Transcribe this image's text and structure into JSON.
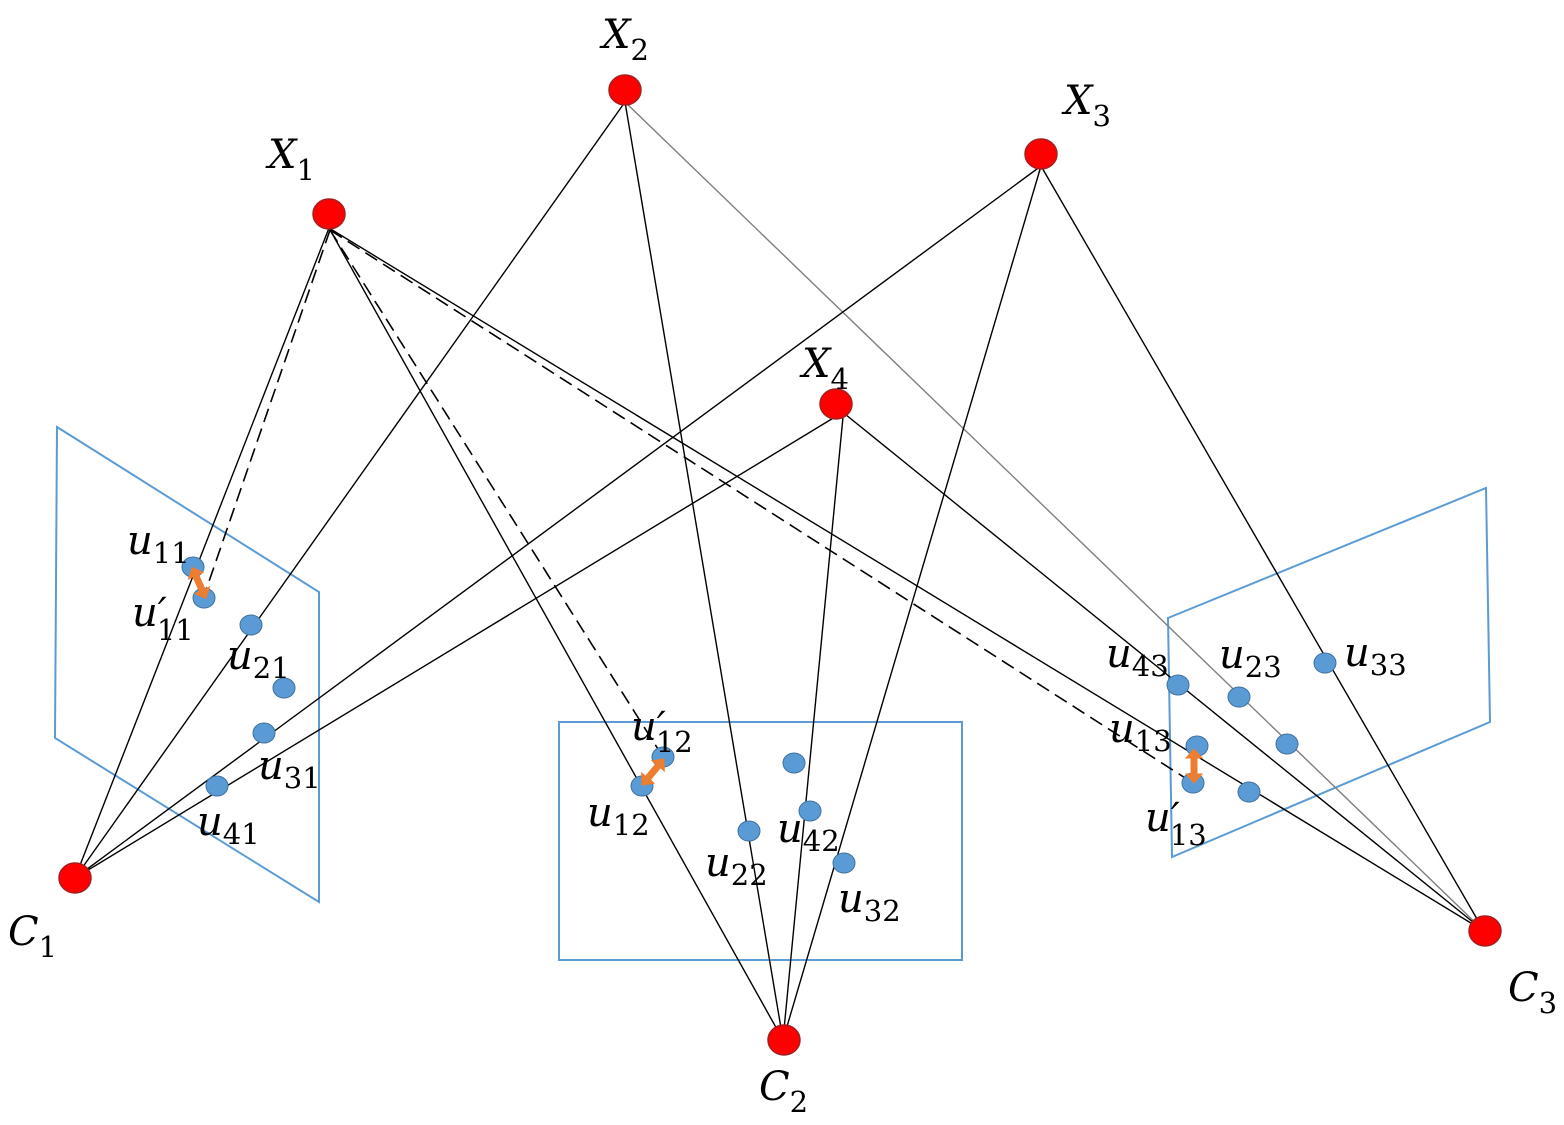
{
  "colors": {
    "point_3d": "#ff0000",
    "image_point": "#5b9bd5",
    "image_plane": "#5b9bd5",
    "ray": "#000000",
    "error_arrow": "#ed7d31"
  },
  "labels": {
    "X1": {
      "main": "X",
      "sub": "1"
    },
    "X2": {
      "main": "X",
      "sub": "2"
    },
    "X3": {
      "main": "X",
      "sub": "3"
    },
    "X4": {
      "main": "X",
      "sub": "4"
    },
    "C1": {
      "main": "C",
      "sub": "1"
    },
    "C2": {
      "main": "C",
      "sub": "2"
    },
    "C3": {
      "main": "C",
      "sub": "3"
    },
    "u11": {
      "main": "u",
      "sub": "11"
    },
    "u11p": {
      "main": "u′",
      "sub": "11"
    },
    "u21": {
      "main": "u",
      "sub": "21"
    },
    "u31": {
      "main": "u",
      "sub": "31"
    },
    "u41": {
      "main": "u",
      "sub": "41"
    },
    "u12": {
      "main": "u",
      "sub": "12"
    },
    "u12p": {
      "main": "u′",
      "sub": "12"
    },
    "u22": {
      "main": "u",
      "sub": "22"
    },
    "u32": {
      "main": "u",
      "sub": "32"
    },
    "u42": {
      "main": "u",
      "sub": "42"
    },
    "u13": {
      "main": "u",
      "sub": "13"
    },
    "u13p": {
      "main": "u′",
      "sub": "13"
    },
    "u23": {
      "main": "u",
      "sub": "23"
    },
    "u33": {
      "main": "u",
      "sub": "33"
    },
    "u43": {
      "main": "u",
      "sub": "43"
    }
  }
}
